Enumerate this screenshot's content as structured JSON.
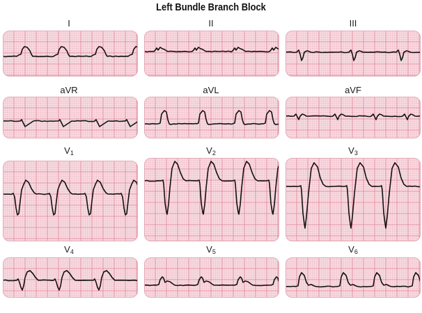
{
  "title": "Left Bundle Branch Block",
  "leads": [
    {
      "main": "I",
      "sub": ""
    },
    {
      "main": "II",
      "sub": ""
    },
    {
      "main": "III",
      "sub": ""
    },
    {
      "main": "aVR",
      "sub": ""
    },
    {
      "main": "aVL",
      "sub": ""
    },
    {
      "main": "aVF",
      "sub": ""
    },
    {
      "main": "V",
      "sub": "1"
    },
    {
      "main": "V",
      "sub": "2"
    },
    {
      "main": "V",
      "sub": "3"
    },
    {
      "main": "V",
      "sub": "4"
    },
    {
      "main": "V",
      "sub": "5"
    },
    {
      "main": "V",
      "sub": "6"
    }
  ],
  "colors": {
    "paper": "#f7dde3",
    "grid_minor": "#f0b8c4",
    "grid_major": "#dd8294",
    "border": "#e2a9b6",
    "trace": "#111111",
    "title": "#111111"
  }
}
